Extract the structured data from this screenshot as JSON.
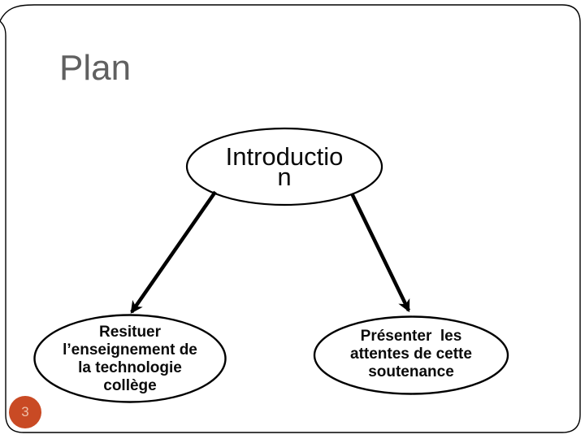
{
  "slide": {
    "title": "Plan",
    "page_number": "3"
  },
  "diagram": {
    "root_node": "Introductio\nn",
    "left_node": "Resituer\nl’enseignement de\nla technologie\ncollège",
    "right_node": "Présenter  les\nattentes de cette\nsoutenance"
  },
  "icons": {
    "arrowhead": "stealth-arrow"
  },
  "colors": {
    "title_text": "#606060",
    "node_text": "#0a0a0a",
    "shape_stroke": "#000000",
    "shape_fill": "#ffffff",
    "page_badge_bg": "#c94a24",
    "page_badge_text": "#eec0a9"
  }
}
